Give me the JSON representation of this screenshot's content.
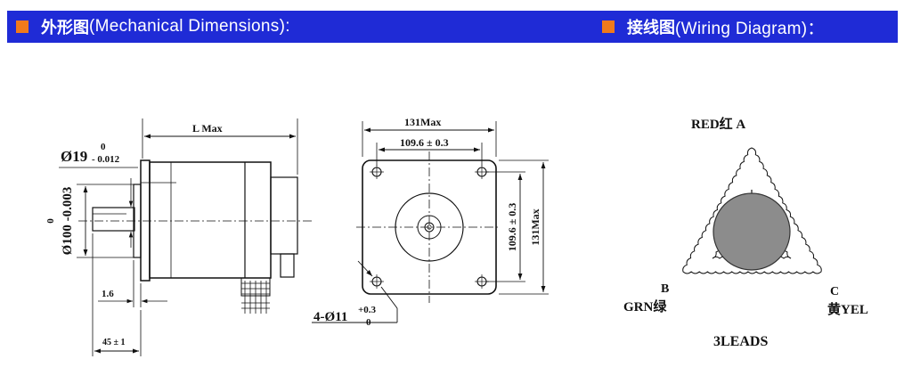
{
  "header": {
    "left_cn": "外形图",
    "left_en": "(Mechanical Dimensions):",
    "right_cn": "接线图",
    "right_en": "(Wiring Diagram)：",
    "square_color": "#f07a1c",
    "bar_color": "#1f2bd6"
  },
  "side_view": {
    "length_label": "L Max",
    "shaft_dia_label": "Ø19",
    "shaft_tol_upper": "0",
    "shaft_tol_lower": "- 0.012",
    "boss_tol_upper": "0",
    "boss_dia_label": "Ø100 -0.003",
    "flange_thickness": "1.6",
    "shaft_length": "45 ± 1"
  },
  "front_view": {
    "overall_width": "131Max",
    "hole_spacing_h": "109.6 ± 0.3",
    "hole_spacing_v": "109.6 ± 0.3",
    "overall_height": "131Max",
    "hole_label": "4-Ø11",
    "hole_tol_upper": "+0.3",
    "hole_tol_lower": "0"
  },
  "wiring": {
    "lead_a_label": "RED红  A",
    "lead_b_letter": "B",
    "lead_b_label": "GRN绿",
    "lead_c_letter": "C",
    "lead_c_label": "黄YEL",
    "leads_caption": "3LEADS",
    "rotor_color": "#8c8c8c"
  }
}
